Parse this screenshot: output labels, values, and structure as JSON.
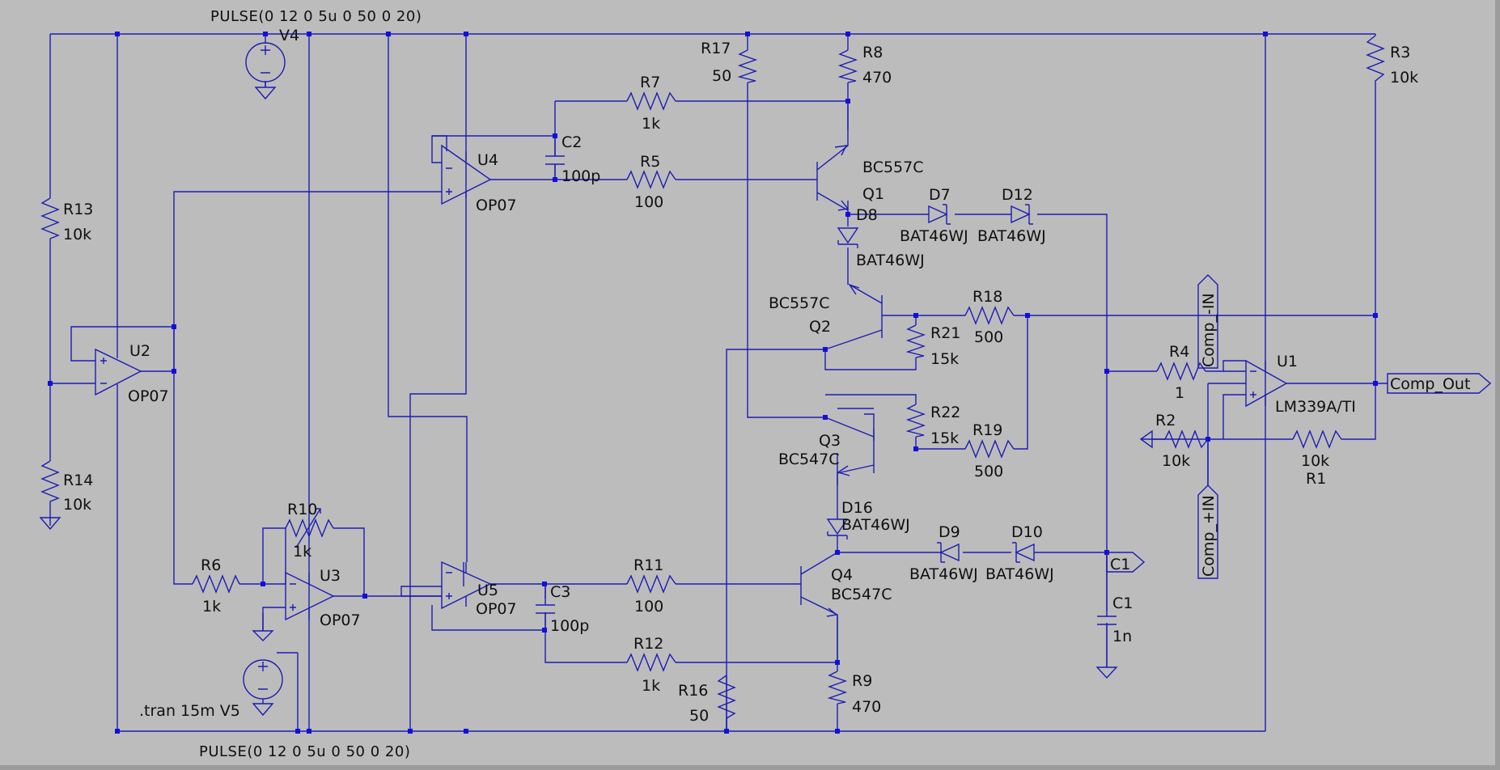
{
  "schematic": {
    "directives": {
      "pulse_top": "PULSE(0 12 0 5u 0 50 0 20)",
      "pulse_bottom": "PULSE(0 12 0 5u 0 50 0 20)",
      "tran": ".tran 15m V5"
    },
    "components": {
      "V4": {
        "name": "V4"
      },
      "R13": {
        "name": "R13",
        "value": "10k"
      },
      "R14": {
        "name": "R14",
        "value": "10k"
      },
      "U2": {
        "name": "U2",
        "model": "OP07"
      },
      "U4": {
        "name": "U4",
        "model": "OP07"
      },
      "U3": {
        "name": "U3",
        "model": "OP07"
      },
      "U5": {
        "name": "U5",
        "model": "OP07"
      },
      "R7": {
        "name": "R7",
        "value": "1k"
      },
      "R5": {
        "name": "R5",
        "value": "100"
      },
      "C2": {
        "name": "C2",
        "value": "100p"
      },
      "R17": {
        "name": "R17",
        "value": "50"
      },
      "R8": {
        "name": "R8",
        "value": "470"
      },
      "R3": {
        "name": "R3",
        "value": "10k"
      },
      "Q1": {
        "name": "Q1",
        "model": "BC557C"
      },
      "D7": {
        "name": "D7",
        "model": "BAT46WJ"
      },
      "D12": {
        "name": "D12",
        "model": "BAT46WJ"
      },
      "D8": {
        "name": "D8",
        "model": "BAT46WJ"
      },
      "Q2": {
        "name": "Q2",
        "model": "BC557C"
      },
      "R18": {
        "name": "R18",
        "value": "500"
      },
      "R21": {
        "name": "R21",
        "value": "15k"
      },
      "R22": {
        "name": "R22",
        "value": "15k"
      },
      "R19": {
        "name": "R19",
        "value": "500"
      },
      "Q3": {
        "name": "Q3",
        "model": "BC547C"
      },
      "D16": {
        "name": "D16",
        "model": "BAT46WJ"
      },
      "D9": {
        "name": "D9",
        "model": "BAT46WJ"
      },
      "D10": {
        "name": "D10",
        "model": "BAT46WJ"
      },
      "Q4": {
        "name": "Q4",
        "model": "BC547C"
      },
      "R10": {
        "name": "R10",
        "value": "1k"
      },
      "R6": {
        "name": "R6",
        "value": "1k"
      },
      "R11": {
        "name": "R11",
        "value": "100"
      },
      "C3": {
        "name": "C3",
        "value": "100p"
      },
      "R12": {
        "name": "R12",
        "value": "1k"
      },
      "R16": {
        "name": "R16",
        "value": "50"
      },
      "R9": {
        "name": "R9",
        "value": "470"
      },
      "C1": {
        "name": "C1",
        "value": "1n"
      },
      "R4": {
        "name": "R4",
        "value": "1"
      },
      "R2": {
        "name": "R2",
        "value": "10k"
      },
      "R1": {
        "name": "R1",
        "value": "10k"
      },
      "U1": {
        "name": "U1",
        "model": "LM339A/TI"
      }
    },
    "net_labels": {
      "comp_minus": "Comp_-IN",
      "comp_plus": "Comp_+IN",
      "comp_out": "Comp_Out",
      "c1_net": "C1"
    },
    "colors": {
      "background": "#bcbcbc",
      "wire": "#1c1cb4",
      "junction": "#1010dc",
      "text": "#101010"
    }
  }
}
